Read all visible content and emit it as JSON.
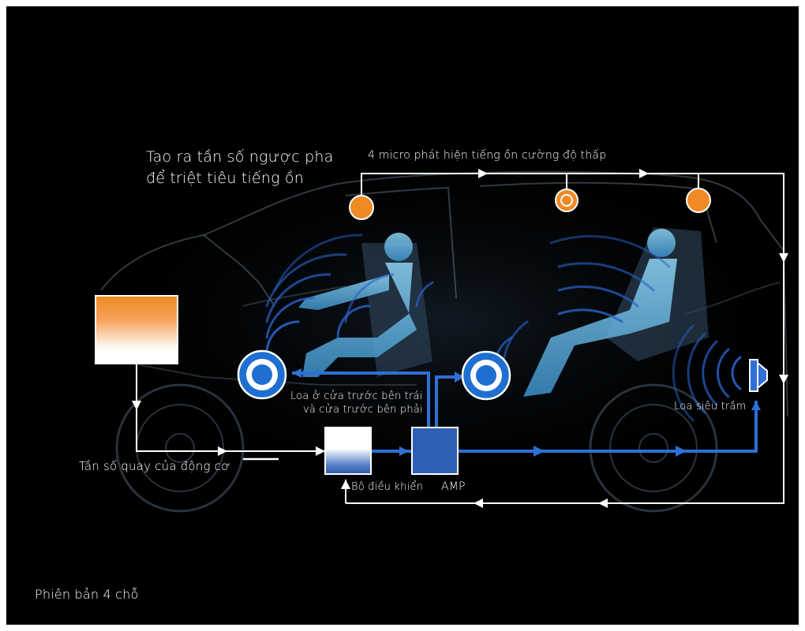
{
  "labels": {
    "anti_phase_line1": "Tạo ra tần số ngược pha",
    "anti_phase_line2": "để triệt tiêu tiếng ồn",
    "microphones": "4 micro phát hiện tiếng ồn cường độ thấp",
    "front_speakers_line1": "Loa ở cửa trước bên trái",
    "front_speakers_line2": "và cửa trước bên phải",
    "subwoofer": "Loa siêu trầm",
    "engine_speed": "Tần số quay của động cơ",
    "controller": "Bộ điều khiển",
    "amp": "AMP",
    "version": "Phiên bản 4 chỗ"
  },
  "colors": {
    "background": "#000000",
    "microphone": "#f08a24",
    "signal_blue": "#2f6fd6",
    "speaker_blue": "#1e6fd0",
    "sound_wave": "#2a62c8",
    "flow_line": "#ffffff",
    "car_outline": "#8ea3b8",
    "passenger": "#6fc3ea"
  },
  "icons": {
    "microphone": "microphone-dot-icon",
    "speaker": "speaker-cone-icon",
    "subwoofer": "subwoofer-icon"
  }
}
